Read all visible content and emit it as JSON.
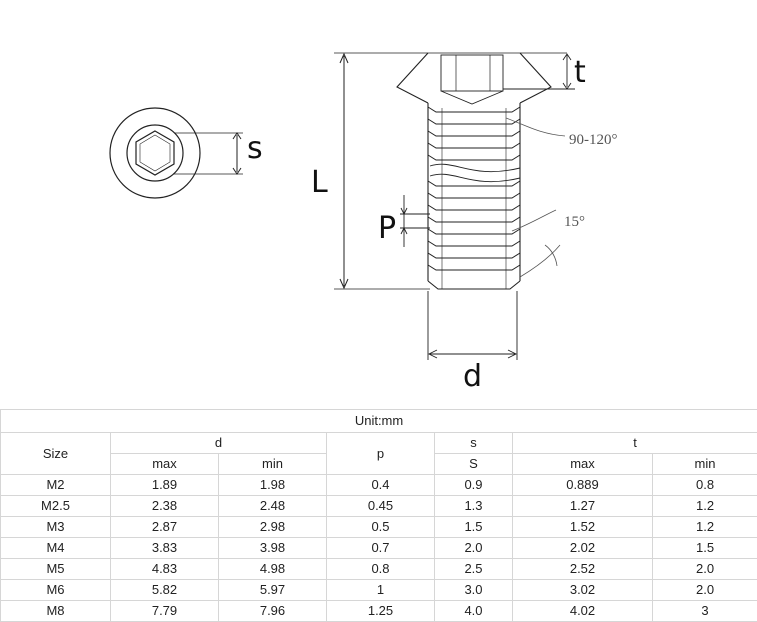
{
  "drawing": {
    "labels": {
      "s": "s",
      "t": "t",
      "L": "L",
      "P": "P",
      "d": "d",
      "angle_point": "90-120°",
      "angle_thread": "15°"
    }
  },
  "table": {
    "unit": "Unit:mm",
    "headers": {
      "size": "Size",
      "d": "d",
      "d_max": "max",
      "d_min": "min",
      "p": "p",
      "s": "s",
      "s_sub": "S",
      "t": "t",
      "t_max": "max",
      "t_min": "min"
    },
    "rows": [
      {
        "size": "M2",
        "d_max": "1.89",
        "d_min": "1.98",
        "p": "0.4",
        "s": "0.9",
        "t_max": "0.889",
        "t_min": "0.8"
      },
      {
        "size": "M2.5",
        "d_max": "2.38",
        "d_min": "2.48",
        "p": "0.45",
        "s": "1.3",
        "t_max": "1.27",
        "t_min": "1.2"
      },
      {
        "size": "M3",
        "d_max": "2.87",
        "d_min": "2.98",
        "p": "0.5",
        "s": "1.5",
        "t_max": "1.52",
        "t_min": "1.2"
      },
      {
        "size": "M4",
        "d_max": "3.83",
        "d_min": "3.98",
        "p": "0.7",
        "s": "2.0",
        "t_max": "2.02",
        "t_min": "1.5"
      },
      {
        "size": "M5",
        "d_max": "4.83",
        "d_min": "4.98",
        "p": "0.8",
        "s": "2.5",
        "t_max": "2.52",
        "t_min": "2.0"
      },
      {
        "size": "M6",
        "d_max": "5.82",
        "d_min": "5.97",
        "p": "1",
        "s": "3.0",
        "t_max": "3.02",
        "t_min": "2.0"
      },
      {
        "size": "M8",
        "d_max": "7.79",
        "d_min": "7.96",
        "p": "1.25",
        "s": "4.0",
        "t_max": "4.02",
        "t_min": "3"
      }
    ]
  }
}
